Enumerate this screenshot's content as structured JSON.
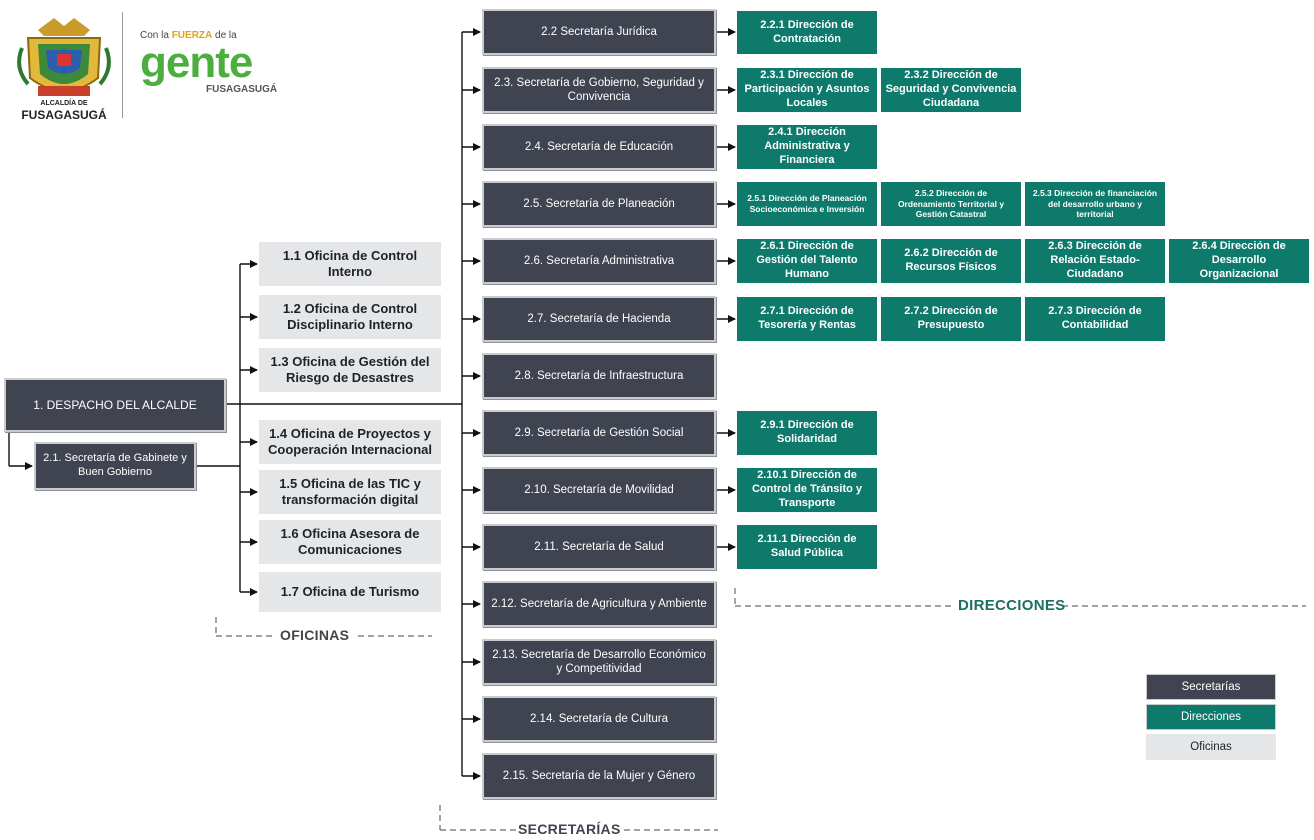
{
  "header": {
    "logo_city_top": "ALCALDÍA DE",
    "logo_city_bottom": "FUSAGASUGÁ",
    "logo_slogan_prefix": "Con la",
    "logo_slogan_strong": "FUERZA",
    "logo_slogan_suffix": "de la",
    "logo_word": "gente",
    "logo_town": "FUSAGASUGÁ"
  },
  "colors": {
    "secretaria": "#3f4450",
    "direccion": "#0e7a6b",
    "oficina": "#e5e6e7",
    "label": "#1b6f63"
  },
  "despacho": "1. DESPACHO DEL ALCALDE",
  "gabinete": "2.1. Secretaría de Gabinete y Buen Gobierno",
  "oficinas": [
    "1.1 Oficina de Control Interno",
    "1.2 Oficina de Control Disciplinario Interno",
    "1.3 Oficina de Gestión del Riesgo de Desastres",
    "1.4 Oficina de Proyectos y Cooperación Internacional",
    "1.5 Oficina de las TIC y transformación digital",
    "1.6 Oficina Asesora de Comunicaciones",
    "1.7 Oficina de Turismo"
  ],
  "secretarias": [
    "2.2 Secretaría Jurídica",
    "2.3. Secretaría de Gobierno, Seguridad y Convivencia",
    "2.4. Secretaría de Educación",
    "2.5. Secretaría de Planeación",
    "2.6. Secretaría Administrativa",
    "2.7. Secretaría de Hacienda",
    "2.8. Secretaría de Infraestructura",
    "2.9. Secretaría de Gestión Social",
    "2.10. Secretaría de Movilidad",
    "2.11. Secretaría de Salud",
    "2.12. Secretaría de Agricultura y Ambiente",
    "2.13. Secretaría de Desarrollo Económico y Competitividad",
    "2.14. Secretaría de Cultura",
    "2.15. Secretaría de la Mujer y Género"
  ],
  "direcciones": {
    "d221": "2.2.1 Dirección de Contratación",
    "d231": "2.3.1 Dirección de Participación y Asuntos Locales",
    "d232": "2.3.2 Dirección de Seguridad y Convivencia Ciudadana",
    "d241": "2.4.1 Dirección Administrativa y Financiera",
    "d251": "2.5.1 Dirección de Planeación Socioeconómica e Inversión",
    "d252": "2.5.2 Dirección de Ordenamiento Territorial y Gestión Catastral",
    "d253": "2.5.3 Dirección de financiación del desarrollo urbano y territorial",
    "d261": "2.6.1 Dirección de Gestión del Talento Humano",
    "d262": "2.6.2 Dirección de Recursos Físicos",
    "d263": "2.6.3 Dirección de Relación Estado-Ciudadano",
    "d264": "2.6.4 Dirección de Desarrollo Organizacional",
    "d271": "2.7.1 Dirección de Tesorería y Rentas",
    "d272": "2.7.2 Dirección de Presupuesto",
    "d273": "2.7.3 Dirección de Contabilidad",
    "d291": "2.9.1 Dirección de Solidaridad",
    "d2101": "2.10.1 Dirección de Control de Tránsito y Transporte",
    "d2111": "2.11.1 Dirección de Salud Pública"
  },
  "labels": {
    "oficinas": "OFICINAS",
    "direcciones": "DIRECCIONES",
    "secretarias": "SECRETARÍAS"
  },
  "legend": {
    "secretarias": "Secretarías",
    "direcciones": "Direcciones",
    "oficinas": "Oficinas"
  }
}
